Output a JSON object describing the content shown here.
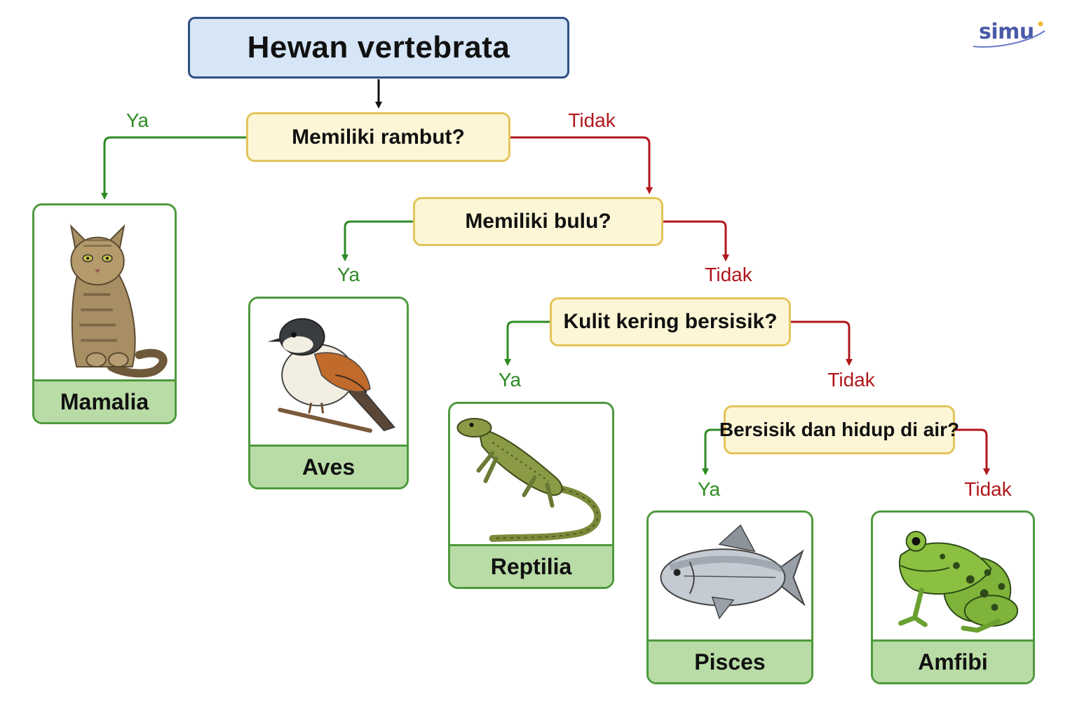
{
  "root": {
    "title": "Hewan vertebrata"
  },
  "logo": {
    "text": "simu"
  },
  "questions": [
    {
      "text": "Memiliki rambut?",
      "yes": "Ya",
      "no": "Tidak"
    },
    {
      "text": "Memiliki bulu?",
      "yes": "Ya",
      "no": "Tidak"
    },
    {
      "text": "Kulit kering bersisik?",
      "yes": "Ya",
      "no": "Tidak"
    },
    {
      "text": "Bersisik dan hidup di air?",
      "yes": "Ya",
      "no": "Tidak"
    }
  ],
  "classes": [
    {
      "name": "Mamalia",
      "icon": "cat-icon"
    },
    {
      "name": "Aves",
      "icon": "bird-icon"
    },
    {
      "name": "Reptilia",
      "icon": "lizard-icon"
    },
    {
      "name": "Pisces",
      "icon": "fish-icon"
    },
    {
      "name": "Amfibi",
      "icon": "frog-icon"
    }
  ],
  "colors": {
    "yes_branch": "#2e8b24",
    "no_branch": "#b0171c",
    "root_fill": "#d6e6f7",
    "question_fill": "#fdf6d6",
    "card_label_fill": "#b9dca6"
  }
}
